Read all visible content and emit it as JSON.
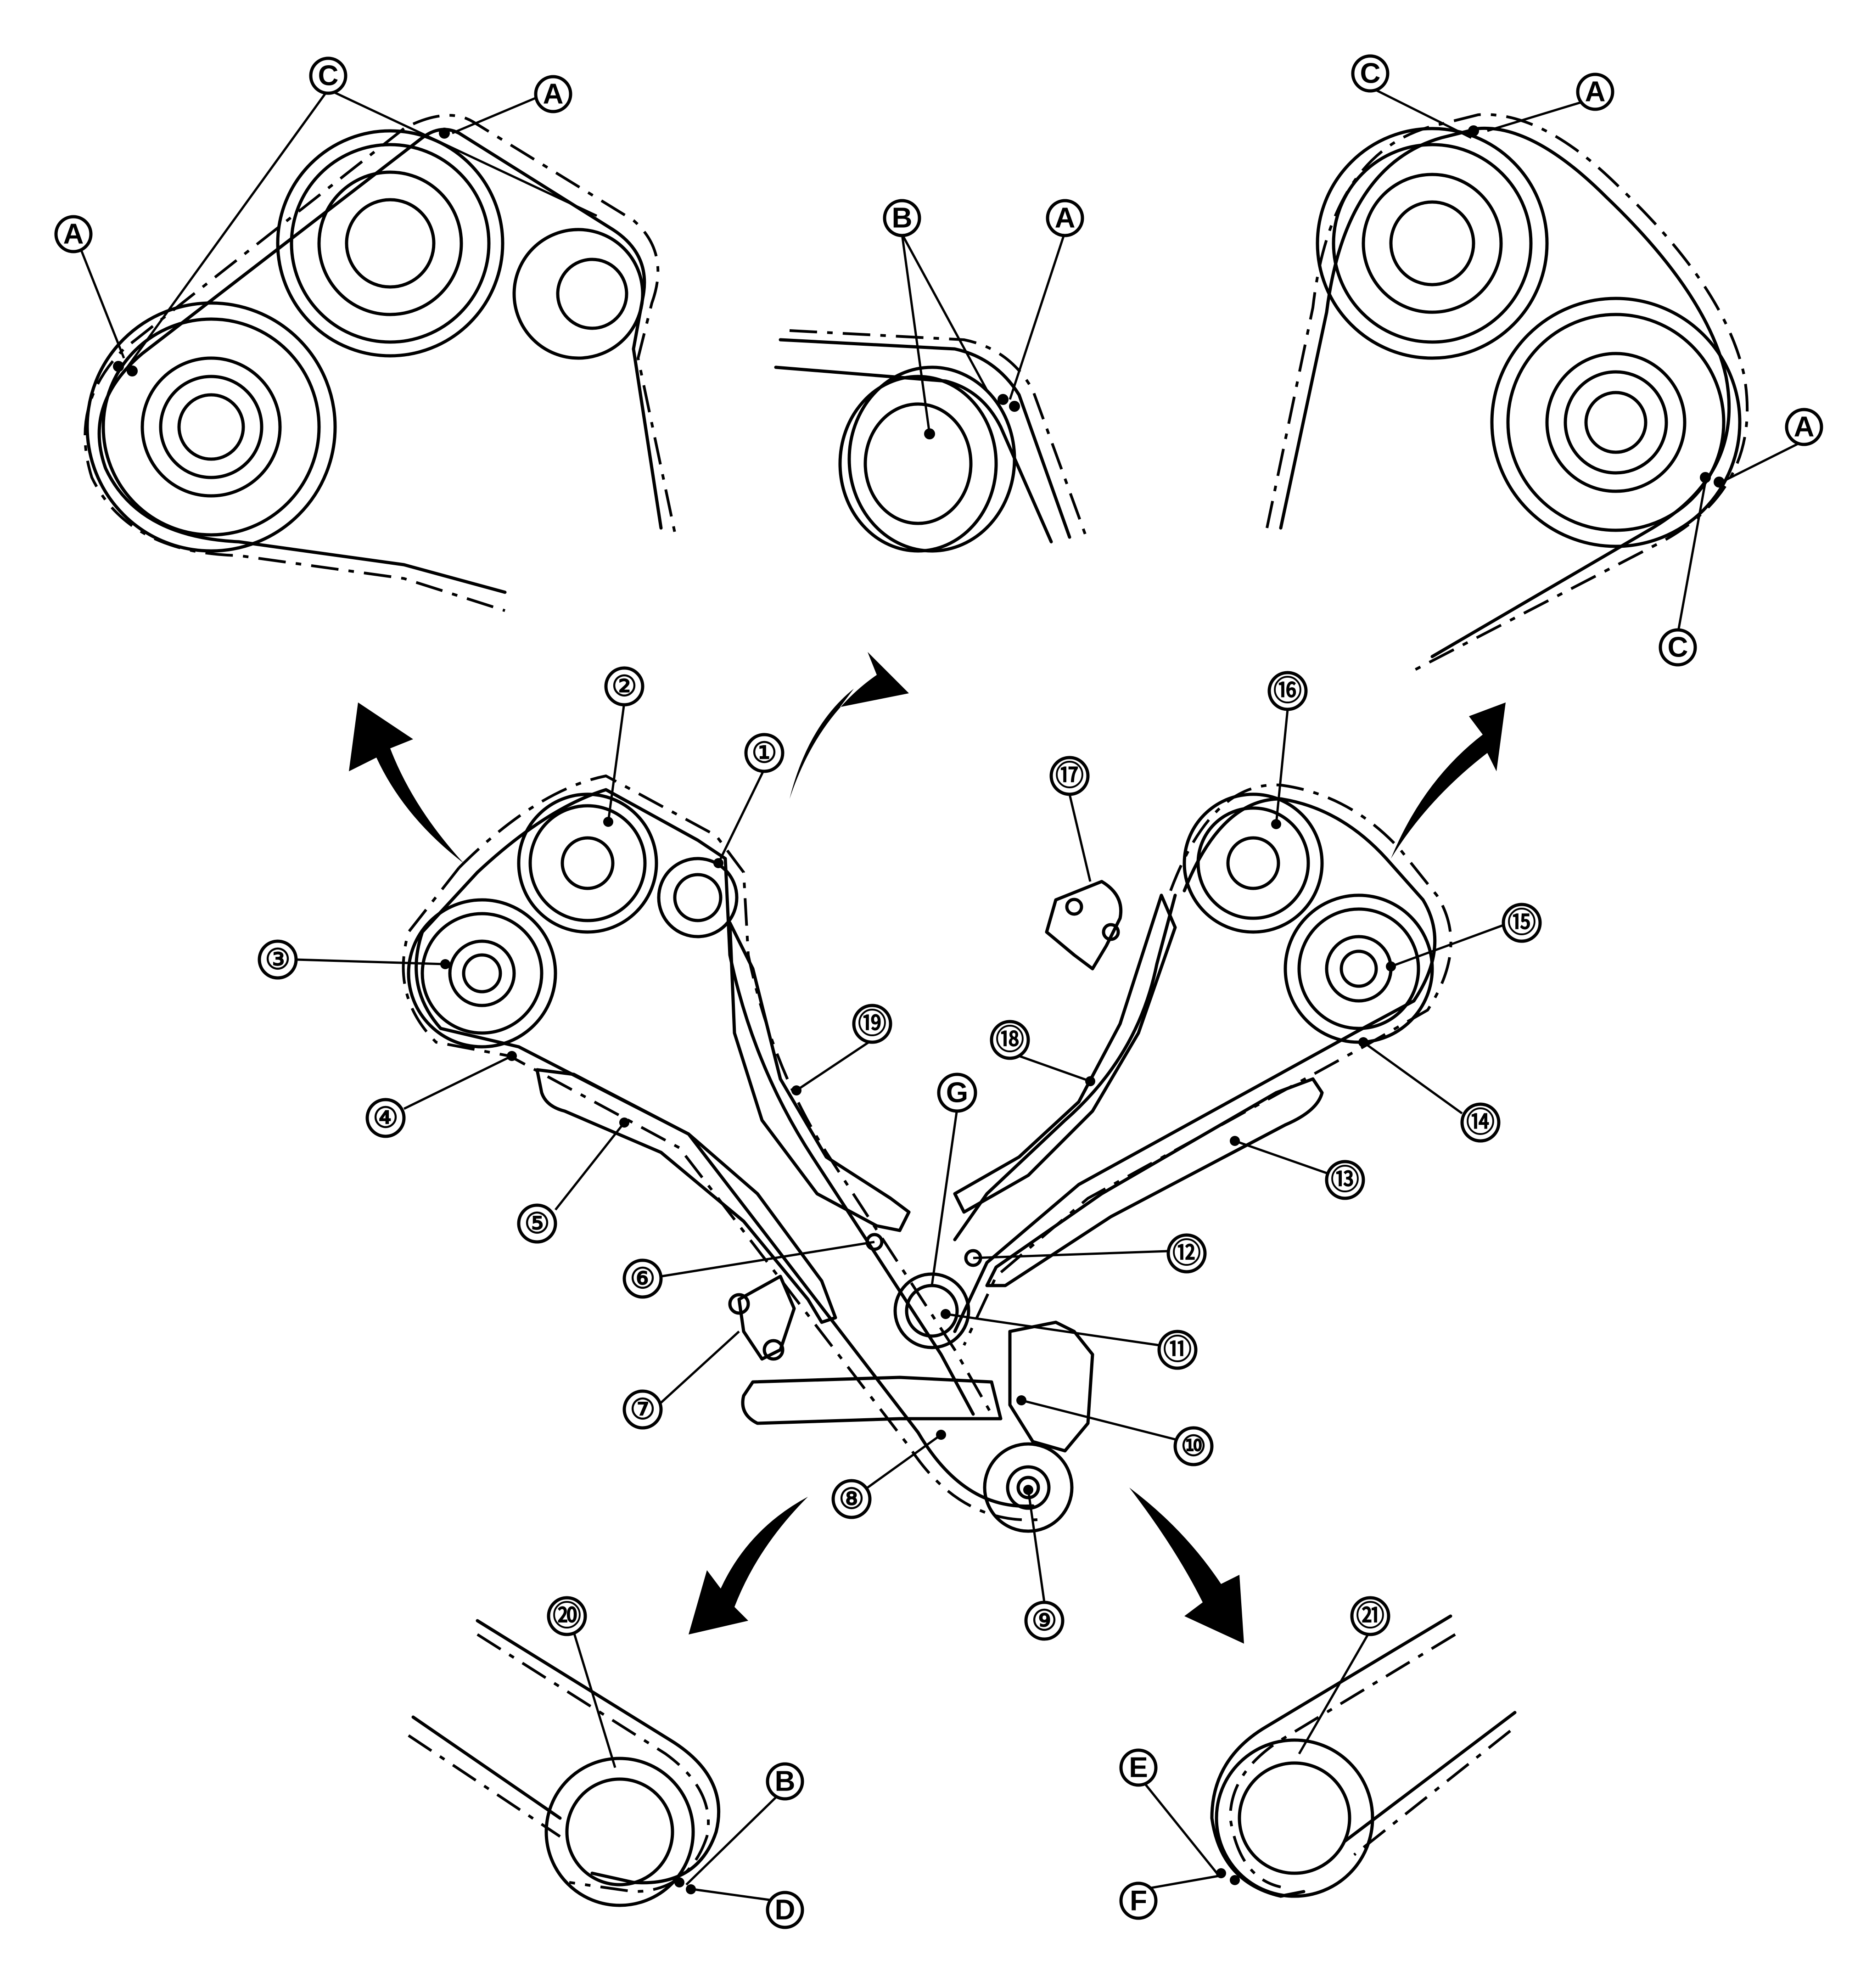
{
  "callouts": {
    "n1": "①",
    "n2": "②",
    "n3": "③",
    "n4": "④",
    "n5": "⑤",
    "n6": "⑥",
    "n7": "⑦",
    "n8": "⑧",
    "n9": "⑨",
    "n10": "⑩",
    "n11": "⑪",
    "n12": "⑫",
    "n13": "⑬",
    "n14": "⑭",
    "n15": "⑮",
    "n16": "⑯",
    "n17": "⑰",
    "n18": "⑱",
    "n19": "⑲",
    "n20": "⑳",
    "n21": "㉑"
  },
  "letters": {
    "A": "A",
    "B": "B",
    "C": "C",
    "D": "D",
    "E": "E",
    "F": "F",
    "G": "G"
  },
  "colors": {
    "line": "#000000",
    "background": "#ffffff"
  }
}
